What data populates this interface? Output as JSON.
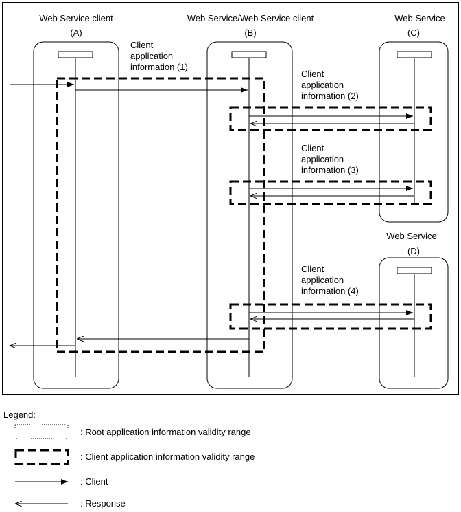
{
  "services": {
    "a": {
      "title": "Web Service client",
      "id": "(A)"
    },
    "b": {
      "title": "Web Service/Web Service client",
      "id": "(B)"
    },
    "c": {
      "title": "Web Service",
      "id": "(C)"
    },
    "d": {
      "title": "Web Service",
      "id": "(D)"
    }
  },
  "labels": {
    "info1": [
      "Client",
      "application",
      "information (1)"
    ],
    "info2": [
      "Client",
      "application",
      "information (2)"
    ],
    "info3": [
      "Client",
      "application",
      "information (3)"
    ],
    "info4": [
      "Client",
      "application",
      "information (4)"
    ]
  },
  "legend": {
    "title": "Legend:",
    "root_range": ": Root application information validity range",
    "client_range": ": Client application information validity range",
    "client": ": Client",
    "response": ": Response"
  }
}
